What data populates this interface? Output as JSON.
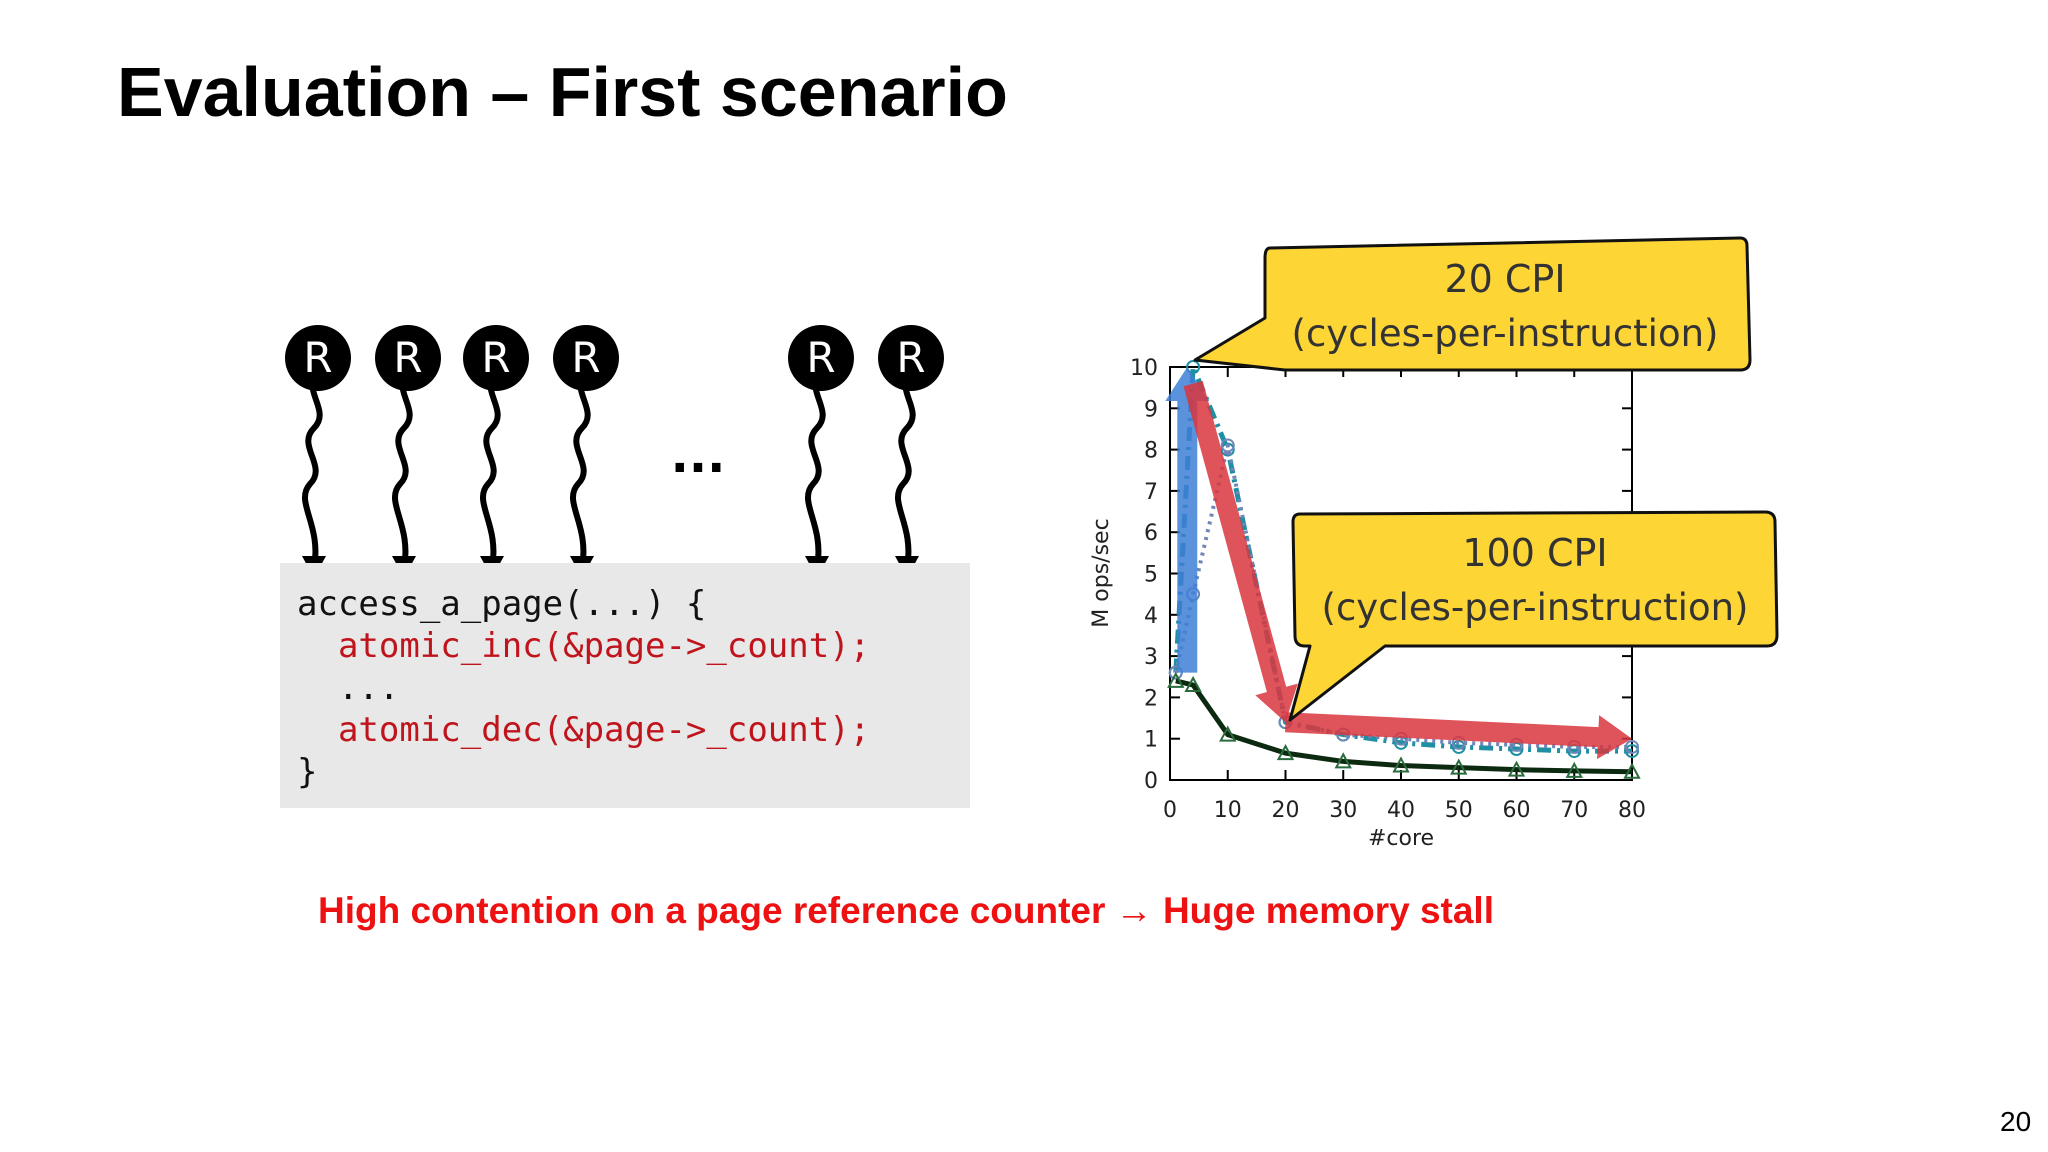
{
  "slide": {
    "title": "Evaluation – First scenario",
    "caption": "High contention on a page reference counter → Huge memory stall",
    "page_number": "20"
  },
  "diagram": {
    "readers": [
      {
        "label": "R"
      },
      {
        "label": "R"
      },
      {
        "label": "R"
      },
      {
        "label": "R"
      },
      {
        "label": "R"
      },
      {
        "label": "R"
      }
    ],
    "ellipsis": "...",
    "code": {
      "line1": "access_a_page(...) {",
      "line2": "  atomic_inc(&page->_count);",
      "line3": "  ...",
      "line4": "  atomic_dec(&page->_count);",
      "line5": "}"
    }
  },
  "callouts": {
    "top": {
      "line1": "20 CPI",
      "line2": "(cycles-per-instruction)"
    },
    "bottom": {
      "line1": "100 CPI",
      "line2": "(cycles-per-instruction)"
    }
  },
  "colors": {
    "code_red": "#c0141c",
    "caption_red": "#ee1111",
    "callout_fill": "#fdd535",
    "arrow_red": "#d9363e",
    "arrow_blue": "#3e7fd6",
    "series_teal": "#1f8fa3",
    "series_black": "#0b2a10"
  },
  "chart_data": {
    "type": "line",
    "xlabel": "#core",
    "ylabel": "M ops/sec",
    "xlim": [
      0,
      80
    ],
    "ylim": [
      0,
      10
    ],
    "xticks": [
      "0",
      "10",
      "20",
      "30",
      "40",
      "50",
      "60",
      "70",
      "80"
    ],
    "yticks": [
      "0",
      "1",
      "2",
      "3",
      "4",
      "5",
      "6",
      "7",
      "8",
      "9",
      "10"
    ],
    "grid": false,
    "series": [
      {
        "x": [
          1,
          4,
          10,
          20,
          30,
          40,
          50,
          60,
          70,
          80
        ],
        "values": [
          2.6,
          10.0,
          8.0,
          1.4,
          1.1,
          0.9,
          0.8,
          0.75,
          0.7,
          0.7
        ]
      },
      {
        "x": [
          1,
          4,
          10,
          20,
          30,
          40,
          50,
          60,
          70,
          80
        ],
        "values": [
          2.6,
          4.5,
          8.1,
          1.4,
          1.1,
          1.0,
          0.9,
          0.85,
          0.8,
          0.8
        ]
      },
      {
        "x": [
          1,
          4,
          10,
          20,
          30,
          40,
          50,
          60,
          70,
          80
        ],
        "values": [
          2.4,
          2.3,
          1.1,
          0.65,
          0.45,
          0.35,
          0.3,
          0.25,
          0.22,
          0.2
        ]
      }
    ],
    "arrows": [
      {
        "color": "blue",
        "from": [
          3,
          2.6
        ],
        "to": [
          3,
          10
        ]
      },
      {
        "color": "red",
        "from": [
          4,
          9.6
        ],
        "to": [
          20,
          1.4
        ]
      },
      {
        "color": "red",
        "from": [
          20,
          1.4
        ],
        "to": [
          80,
          1.0
        ]
      }
    ]
  }
}
